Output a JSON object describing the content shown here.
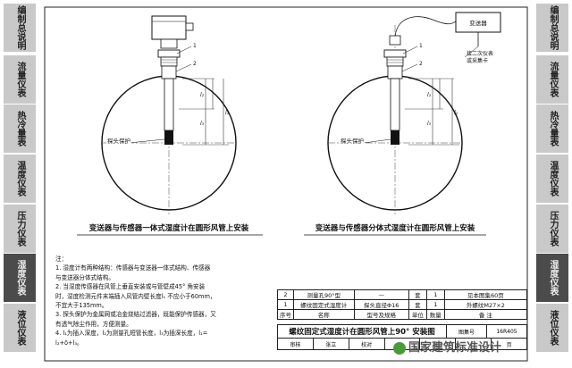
{
  "left_tabs": [
    {
      "label": "编制总说明",
      "active": false
    },
    {
      "label": "流量仪表",
      "active": false
    },
    {
      "label": "热冷量表",
      "active": false
    },
    {
      "label": "温度仪表",
      "active": false
    },
    {
      "label": "压力仪表",
      "active": false
    },
    {
      "label": "湿度仪表",
      "active": true
    },
    {
      "label": "液位仪表",
      "active": false
    }
  ],
  "right_tabs": [
    {
      "label": "编制总说明",
      "active": false
    },
    {
      "label": "流量仪表",
      "active": false
    },
    {
      "label": "热冷量表",
      "active": false
    },
    {
      "label": "温度仪表",
      "active": false
    },
    {
      "label": "压力仪表",
      "active": false
    },
    {
      "label": "湿度仪表",
      "active": true
    },
    {
      "label": "液位仪表",
      "active": false
    }
  ],
  "diagram": {
    "left_caption": "变送器与传感器一体式湿度计在圆形风管上安装",
    "right_caption": "变送器与传感器分体式湿度计在圆形风管上安装",
    "probe_protect_label": "探头保护",
    "transmitter_label": "变送器",
    "secondary_label_1": "接二次仪表",
    "secondary_label_2": "或采集卡",
    "item_1": "1",
    "item_2": "2",
    "dim_l1": "l₁",
    "dim_l2": "l₂",
    "dim_l3": "l₃"
  },
  "notes": [
    "注：",
    "1. 湿度计有两种结构：传感器与变送器一体式结构、传感器",
    "   与变送器分体式结构。",
    "2. 当湿度传感器在风管上垂直安装或与管壁成45° 角安装",
    "   时，湿度检测元件末端插入风管内壁长度l₁ 不应小于60mm，",
    "   不宜大于135mm。",
    "3. 探头保护为金属网或冶金烧结过滤器，既能保护传感器，又",
    "   有透气除尘作用，方便测量。",
    "4. l₁为插入深度，l₂为测量孔短管长度，l₃为插深长度，l₁=",
    "   l₂+δ+l₃。"
  ],
  "title_block": {
    "rows": [
      {
        "no": "2",
        "name": "测量孔90°型",
        "spec": "—",
        "unit": "套",
        "qty": "1",
        "remark": "见本图集60页"
      },
      {
        "no": "1",
        "name": "螺纹固定式湿度计",
        "spec": "探头直径Φ16",
        "unit": "套",
        "qty": "1",
        "remark": "外螺纹M27×2"
      }
    ],
    "header": {
      "no": "序号",
      "name": "名称",
      "spec": "型号及规格",
      "unit": "单位",
      "qty": "数量",
      "remark": "备  注"
    },
    "title": "螺纹固定式湿度计在圆形风管上90° 安装图",
    "atlas_label": "图集号",
    "atlas_no": "16R405",
    "sign_row": [
      "审核",
      "张立",
      "校对",
      "",
      "设计",
      "",
      "页"
    ]
  },
  "watermark": "国家建筑标准设计"
}
